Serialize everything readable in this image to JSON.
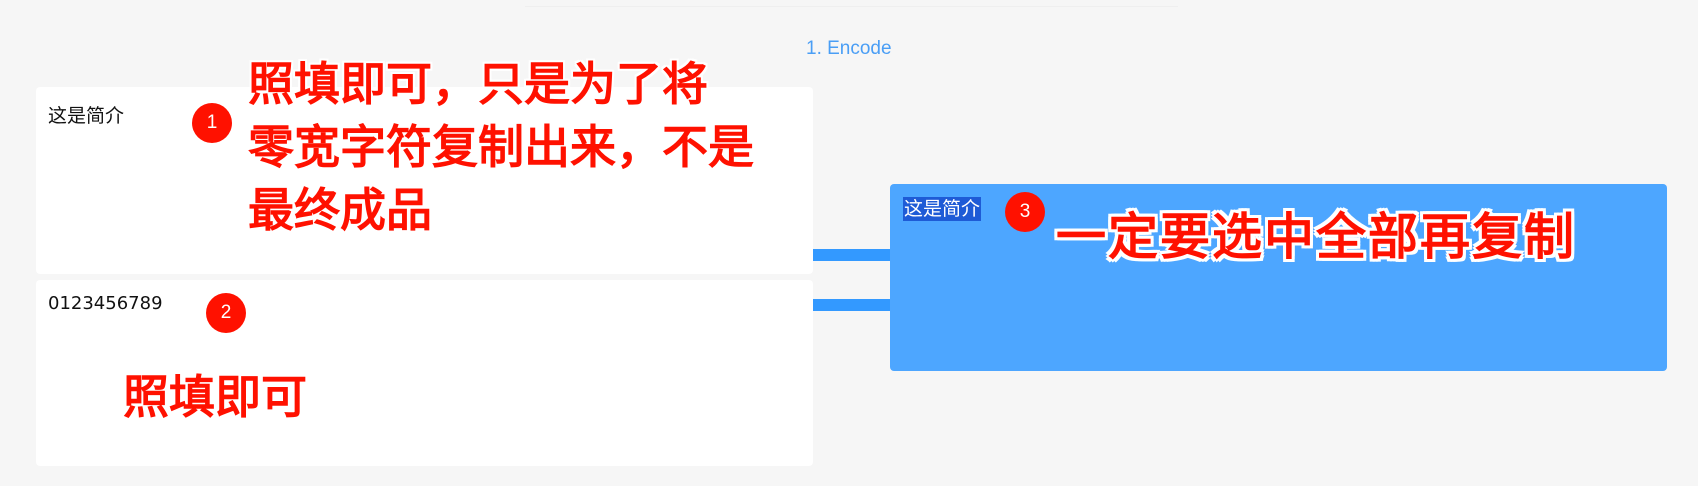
{
  "header": {
    "step_title": "1. Encode"
  },
  "inputs": {
    "intro_field": {
      "value": "这是简介"
    },
    "zero_width_field": {
      "value": "0123456789"
    }
  },
  "output": {
    "result_value": "这是简介",
    "selected": true
  },
  "annotations": [
    {
      "badge": "1",
      "lines": [
        "照填即可，只是为了将",
        "零宽字符复制出来，不是",
        "最终成品"
      ]
    },
    {
      "badge": "2",
      "text": "照填即可"
    },
    {
      "badge": "3",
      "text": "一定要选中全部再复制"
    }
  ],
  "colors": {
    "background": "#f6f6f6",
    "accent_blue": "#4da6ff",
    "connector_blue": "#3399ff",
    "selection": "#1e5bd6",
    "title_blue": "#4a9ef5",
    "annotation_red": "#ff1100"
  }
}
